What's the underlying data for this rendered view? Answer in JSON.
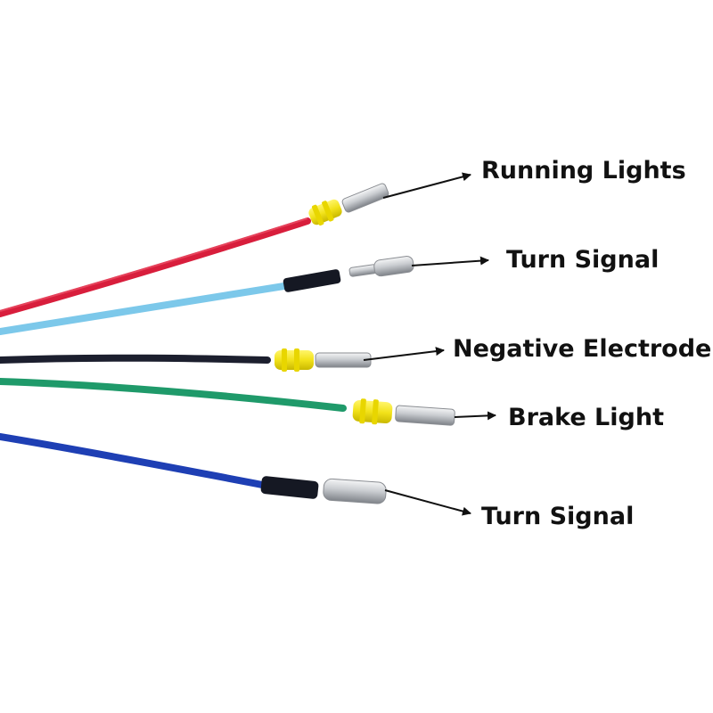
{
  "labels": {
    "running_lights": "Running Lights",
    "turn_signal_upper": "Turn Signal",
    "negative_electrode": "Negative Electrode",
    "brake_light": "Brake Light",
    "turn_signal_lower": "Turn Signal"
  },
  "colors": {
    "background": "#ffffff",
    "red_wire": "#d81e3c",
    "light_blue_wire": "#7cc8ea",
    "black_wire": "#1c1f2e",
    "green_wire": "#1f9a6a",
    "blue_wire": "#1e3fb4",
    "seal_yellow": "#f2e21a",
    "terminal_metal": "#c9ccd0",
    "heat_shrink": "#151823",
    "arrow": "#111111"
  }
}
